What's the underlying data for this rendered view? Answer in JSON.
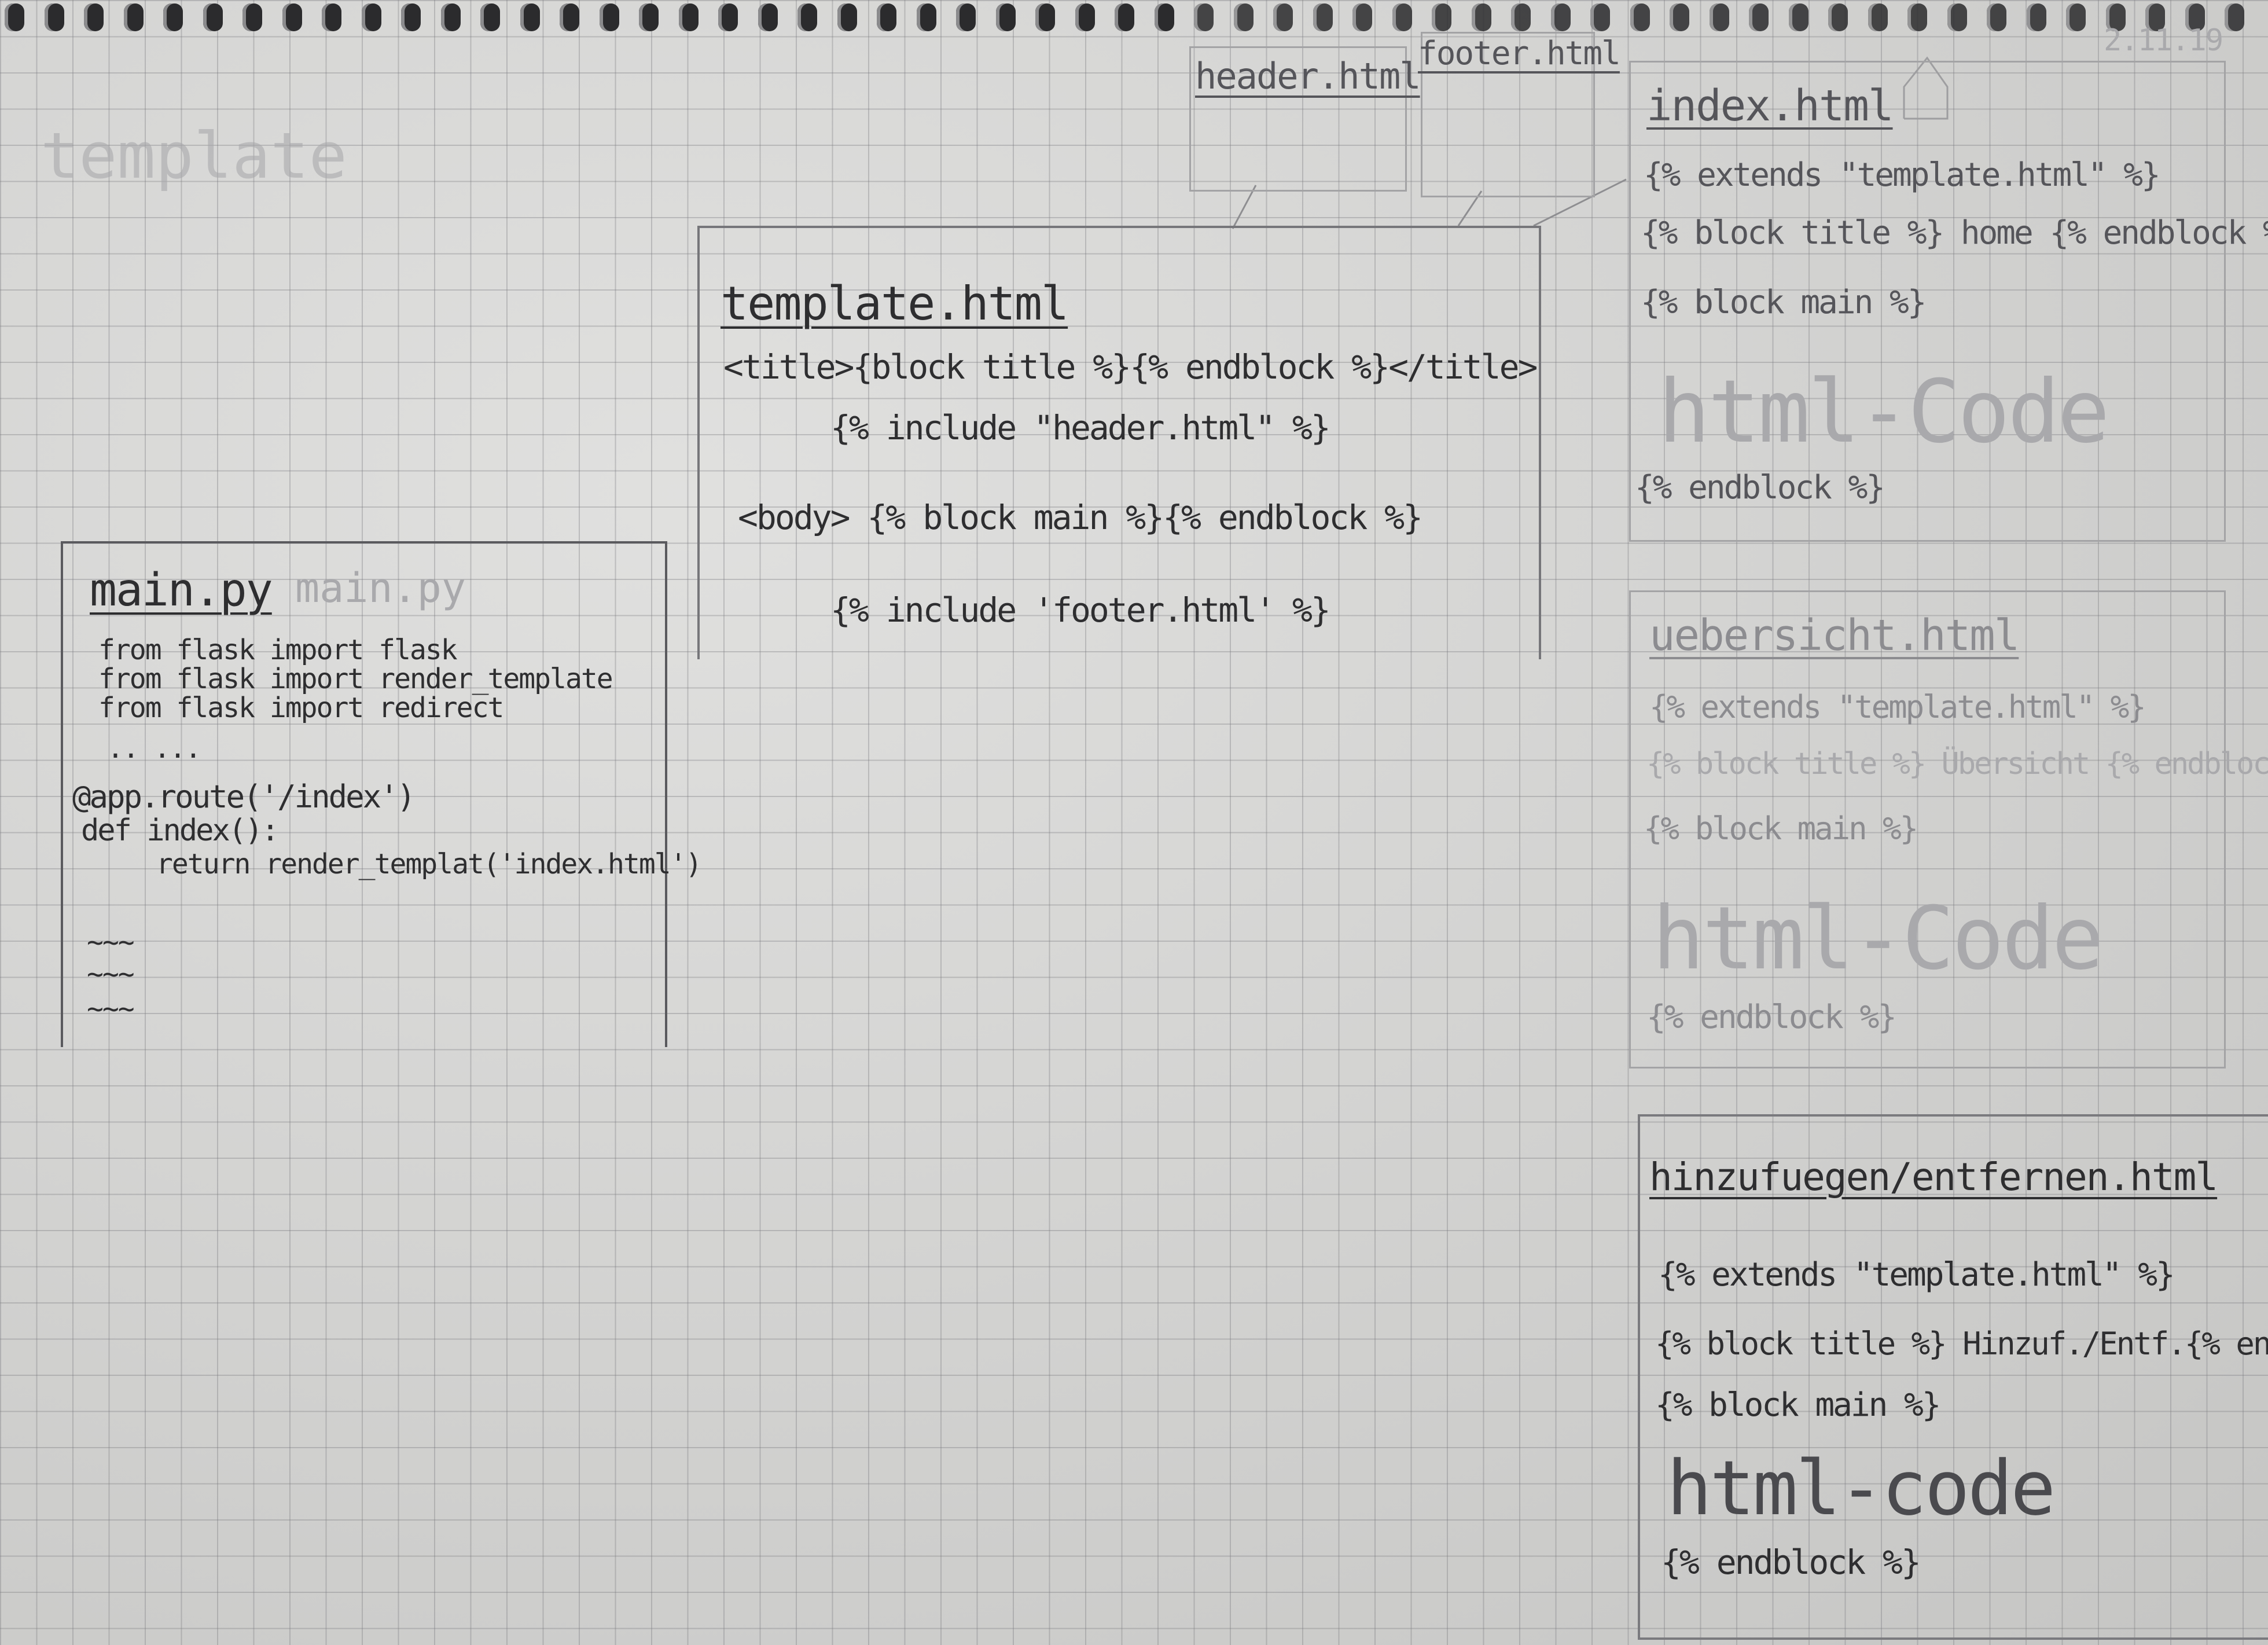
{
  "date": "2.11.19",
  "faint_label": "template",
  "header_file": "header.html",
  "footer_file": "footer.html",
  "template": {
    "title": "template.html",
    "lines": [
      "<title>{block title %}{% endblock %}</title>",
      "{% include \"header.html\" %}",
      "<body> {% block main %}{% endblock %}",
      "{% include 'footer.html' %}"
    ]
  },
  "main_py": {
    "title": "main.py",
    "faint_title": "main.py",
    "lines": [
      "from flask import flask",
      "from flask import render_template",
      "from flask import redirect",
      "..     ...",
      "@app.route('/index')",
      "def index():",
      "return render_templat('index.html')",
      "~~~",
      "~~~",
      "~~~"
    ]
  },
  "index": {
    "title": "index.html",
    "lines": [
      "{% extends \"template.html\" %}",
      "{% block title %} home {% endblock %}",
      "{% block main %}",
      "html-Code",
      "{% endblock %}"
    ]
  },
  "uebersicht": {
    "title": "uebersicht.html",
    "lines": [
      "{% extends \"template.html\" %}",
      "{% block title %} Übersicht {% endblock %}",
      "{% block main %}",
      "html-Code",
      "{% endblock %}"
    ]
  },
  "hinzufuegen": {
    "title": "hinzufuegen/entfernen.html",
    "lines": [
      "{% extends \"template.html\" %}",
      "{% block title %} Hinzuf./Entf.{% endb.",
      "{% block main %}",
      "html-code",
      "{% endblock %}"
    ]
  }
}
